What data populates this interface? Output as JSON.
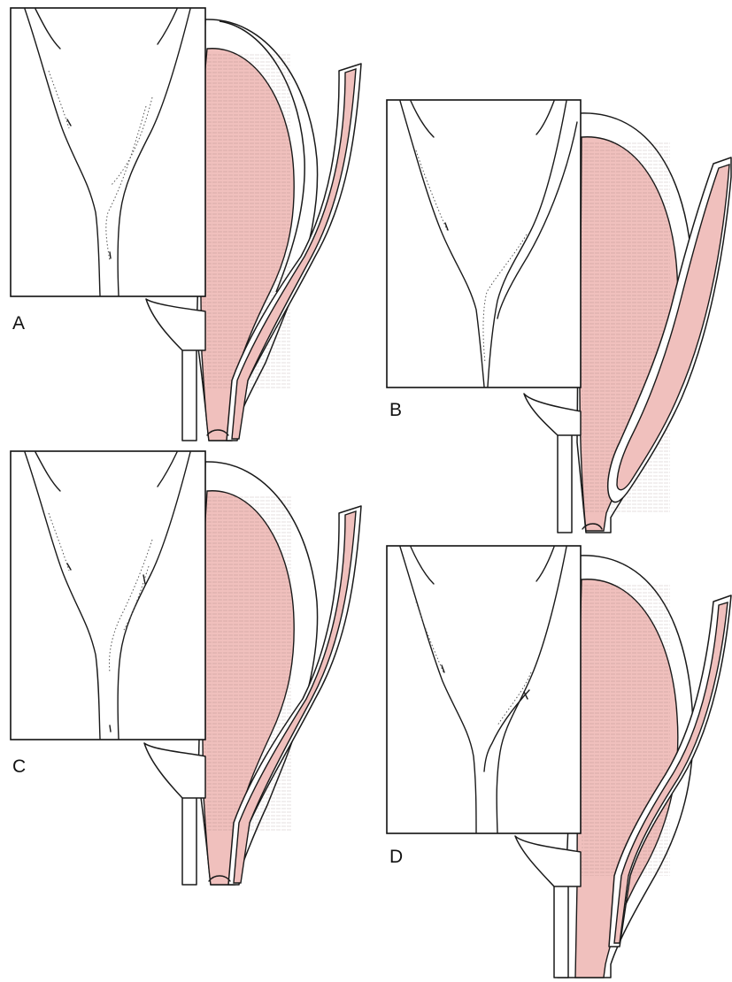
{
  "panels": [
    {
      "id": "a",
      "label": "A"
    },
    {
      "id": "b",
      "label": "B"
    },
    {
      "id": "c",
      "label": "C"
    },
    {
      "id": "d",
      "label": "D"
    }
  ],
  "colors": {
    "tissue": "#f0c0bd",
    "line": "#1a1a1a",
    "background": "#ffffff"
  }
}
